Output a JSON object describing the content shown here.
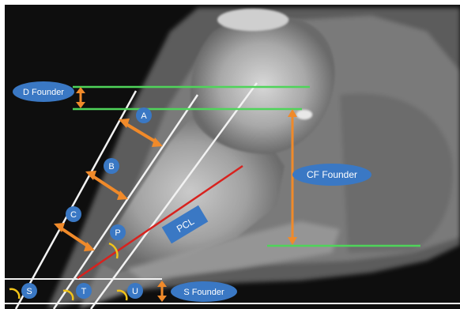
{
  "image": {
    "subject": "lateral radiograph of equine hoof with founder measurement annotations",
    "colors": {
      "label_fill": "#3a78c4",
      "arrow": "#f08a2a",
      "green_line": "#4fd45a",
      "red_line": "#d8221e",
      "white_line": "#f2f2f2",
      "angle_arc": "#f2c419"
    }
  },
  "annotations": {
    "d_founder": "D Founder",
    "cf_founder": "CF Founder",
    "s_founder": "S Founder",
    "pcl": "PCL",
    "a": "A",
    "b": "B",
    "c": "C",
    "p": "P",
    "s": "S",
    "t": "T",
    "u": "U"
  }
}
